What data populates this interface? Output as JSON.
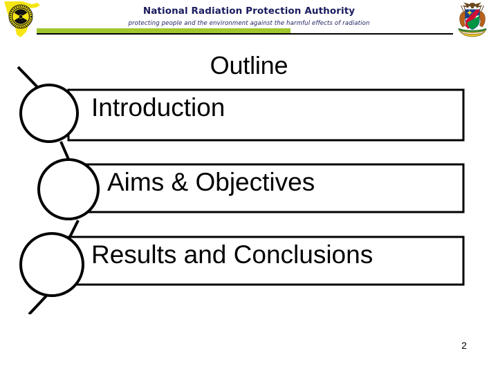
{
  "header": {
    "org_title": "National Radiation Protection Authority",
    "org_tagline": "protecting people and the environment against the harmful effects of radiation",
    "left_logo_name": "radiation-trefoil-namibia-map-logo",
    "right_logo_name": "namibia-coat-of-arms-logo",
    "accent_green": "#a0c72d",
    "title_color": "#1b1b5e"
  },
  "slide": {
    "title": "Outline",
    "page_number": "2"
  },
  "outline": {
    "items": [
      {
        "label": "Introduction"
      },
      {
        "label": "Aims & Objectives"
      },
      {
        "label": "Results and Conclusions"
      }
    ]
  }
}
